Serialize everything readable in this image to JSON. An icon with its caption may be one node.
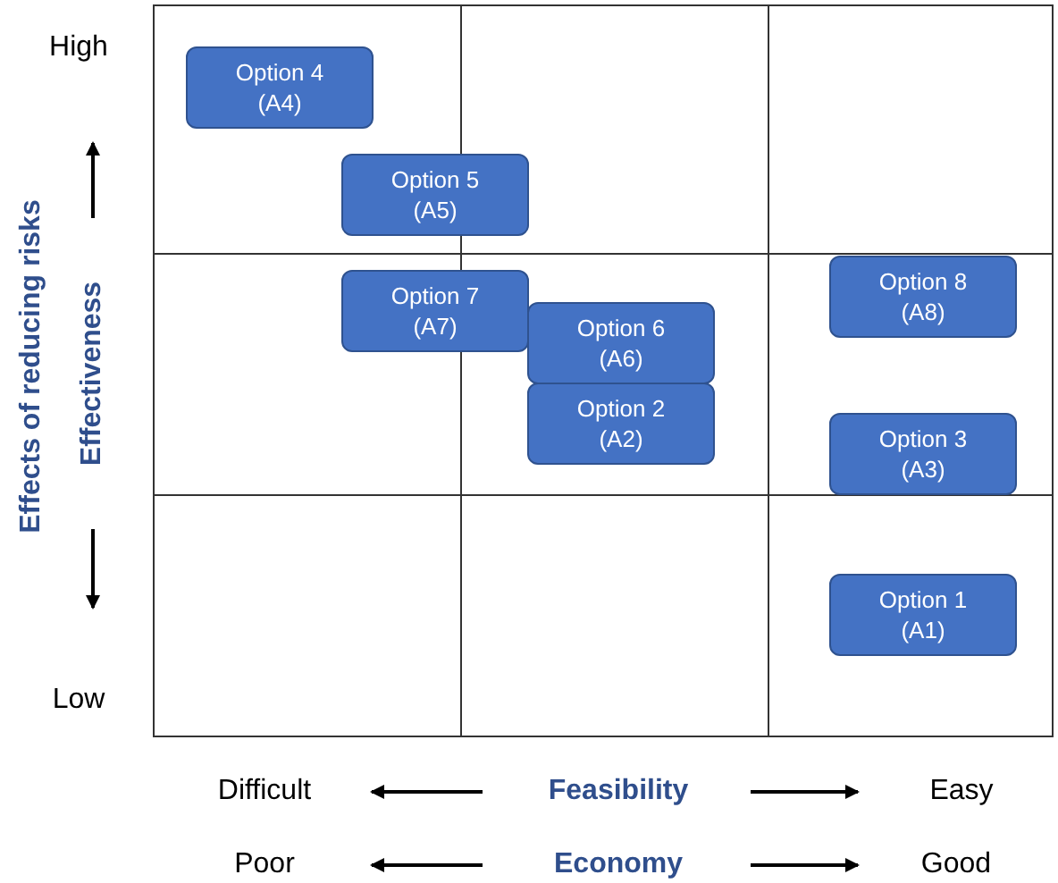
{
  "diagram": {
    "nodes": [
      {
        "text": [
          "Option 4 (A4)"
        ]
      },
      {
        "text": [
          "Option 5 (A5)"
        ]
      },
      {
        "text": [
          "Option 7 (A7)"
        ]
      },
      {
        "text": [
          "Option 6 (A6)"
        ]
      },
      {
        "text": [
          "Option 8 (A8)"
        ]
      },
      {
        "text": [
          "Option 2 (A2)"
        ]
      },
      {
        "text": [
          "Option 3 (A3)"
        ]
      },
      {
        "text": [
          "Option 1 (A1)"
        ]
      }
    ],
    "labels": [
      "High",
      "Effects of reducing risks",
      "Effectiveness",
      "Low",
      "Difficult",
      "Feasibility",
      "Easy",
      "Poor",
      "Economy",
      "Good"
    ]
  }
}
